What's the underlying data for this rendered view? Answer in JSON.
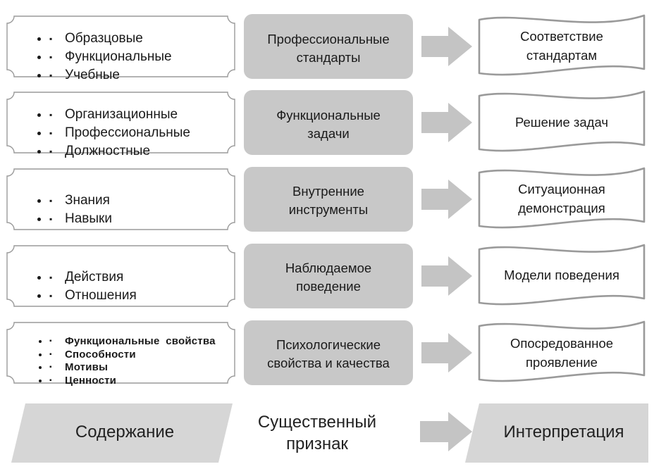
{
  "rows": [
    {
      "left": [
        "Образцовые",
        "Функциональные",
        "Учебные"
      ],
      "middle": [
        "Профессиональные",
        "стандарты"
      ],
      "right": [
        "Соответствие",
        "стандартам"
      ]
    },
    {
      "left": [
        "Организационные",
        "Профессиональные",
        "Должностные"
      ],
      "middle": [
        "Функциональные",
        "задачи"
      ],
      "right": [
        "Решение задач"
      ]
    },
    {
      "left": [
        "Знания",
        "Навыки"
      ],
      "middle": [
        "Внутренние",
        "инструменты"
      ],
      "right": [
        "Ситуационная",
        "демонстрация"
      ]
    },
    {
      "left": [
        "Действия",
        "Отношения"
      ],
      "middle": [
        "Наблюдаемое",
        "поведение"
      ],
      "right": [
        "Модели поведения"
      ]
    },
    {
      "left": [
        "Функциональные  свойства",
        "Способности",
        "Мотивы",
        "Ценности"
      ],
      "middle": [
        "Психологические",
        "свойства и качества"
      ],
      "right": [
        "Опосредованное",
        "проявление"
      ]
    }
  ],
  "bottom": {
    "left": "Содержание",
    "middle": [
      "Существенный",
      "признак"
    ],
    "right": "Интерпретация"
  },
  "colors": {
    "box_fill": "#c8c8c8",
    "box_stroke": "#9e9e9e",
    "arrow_fill": "#c4c4c4",
    "bottom_fill": "#d6d6d6",
    "outline": "#9a9a9a"
  }
}
